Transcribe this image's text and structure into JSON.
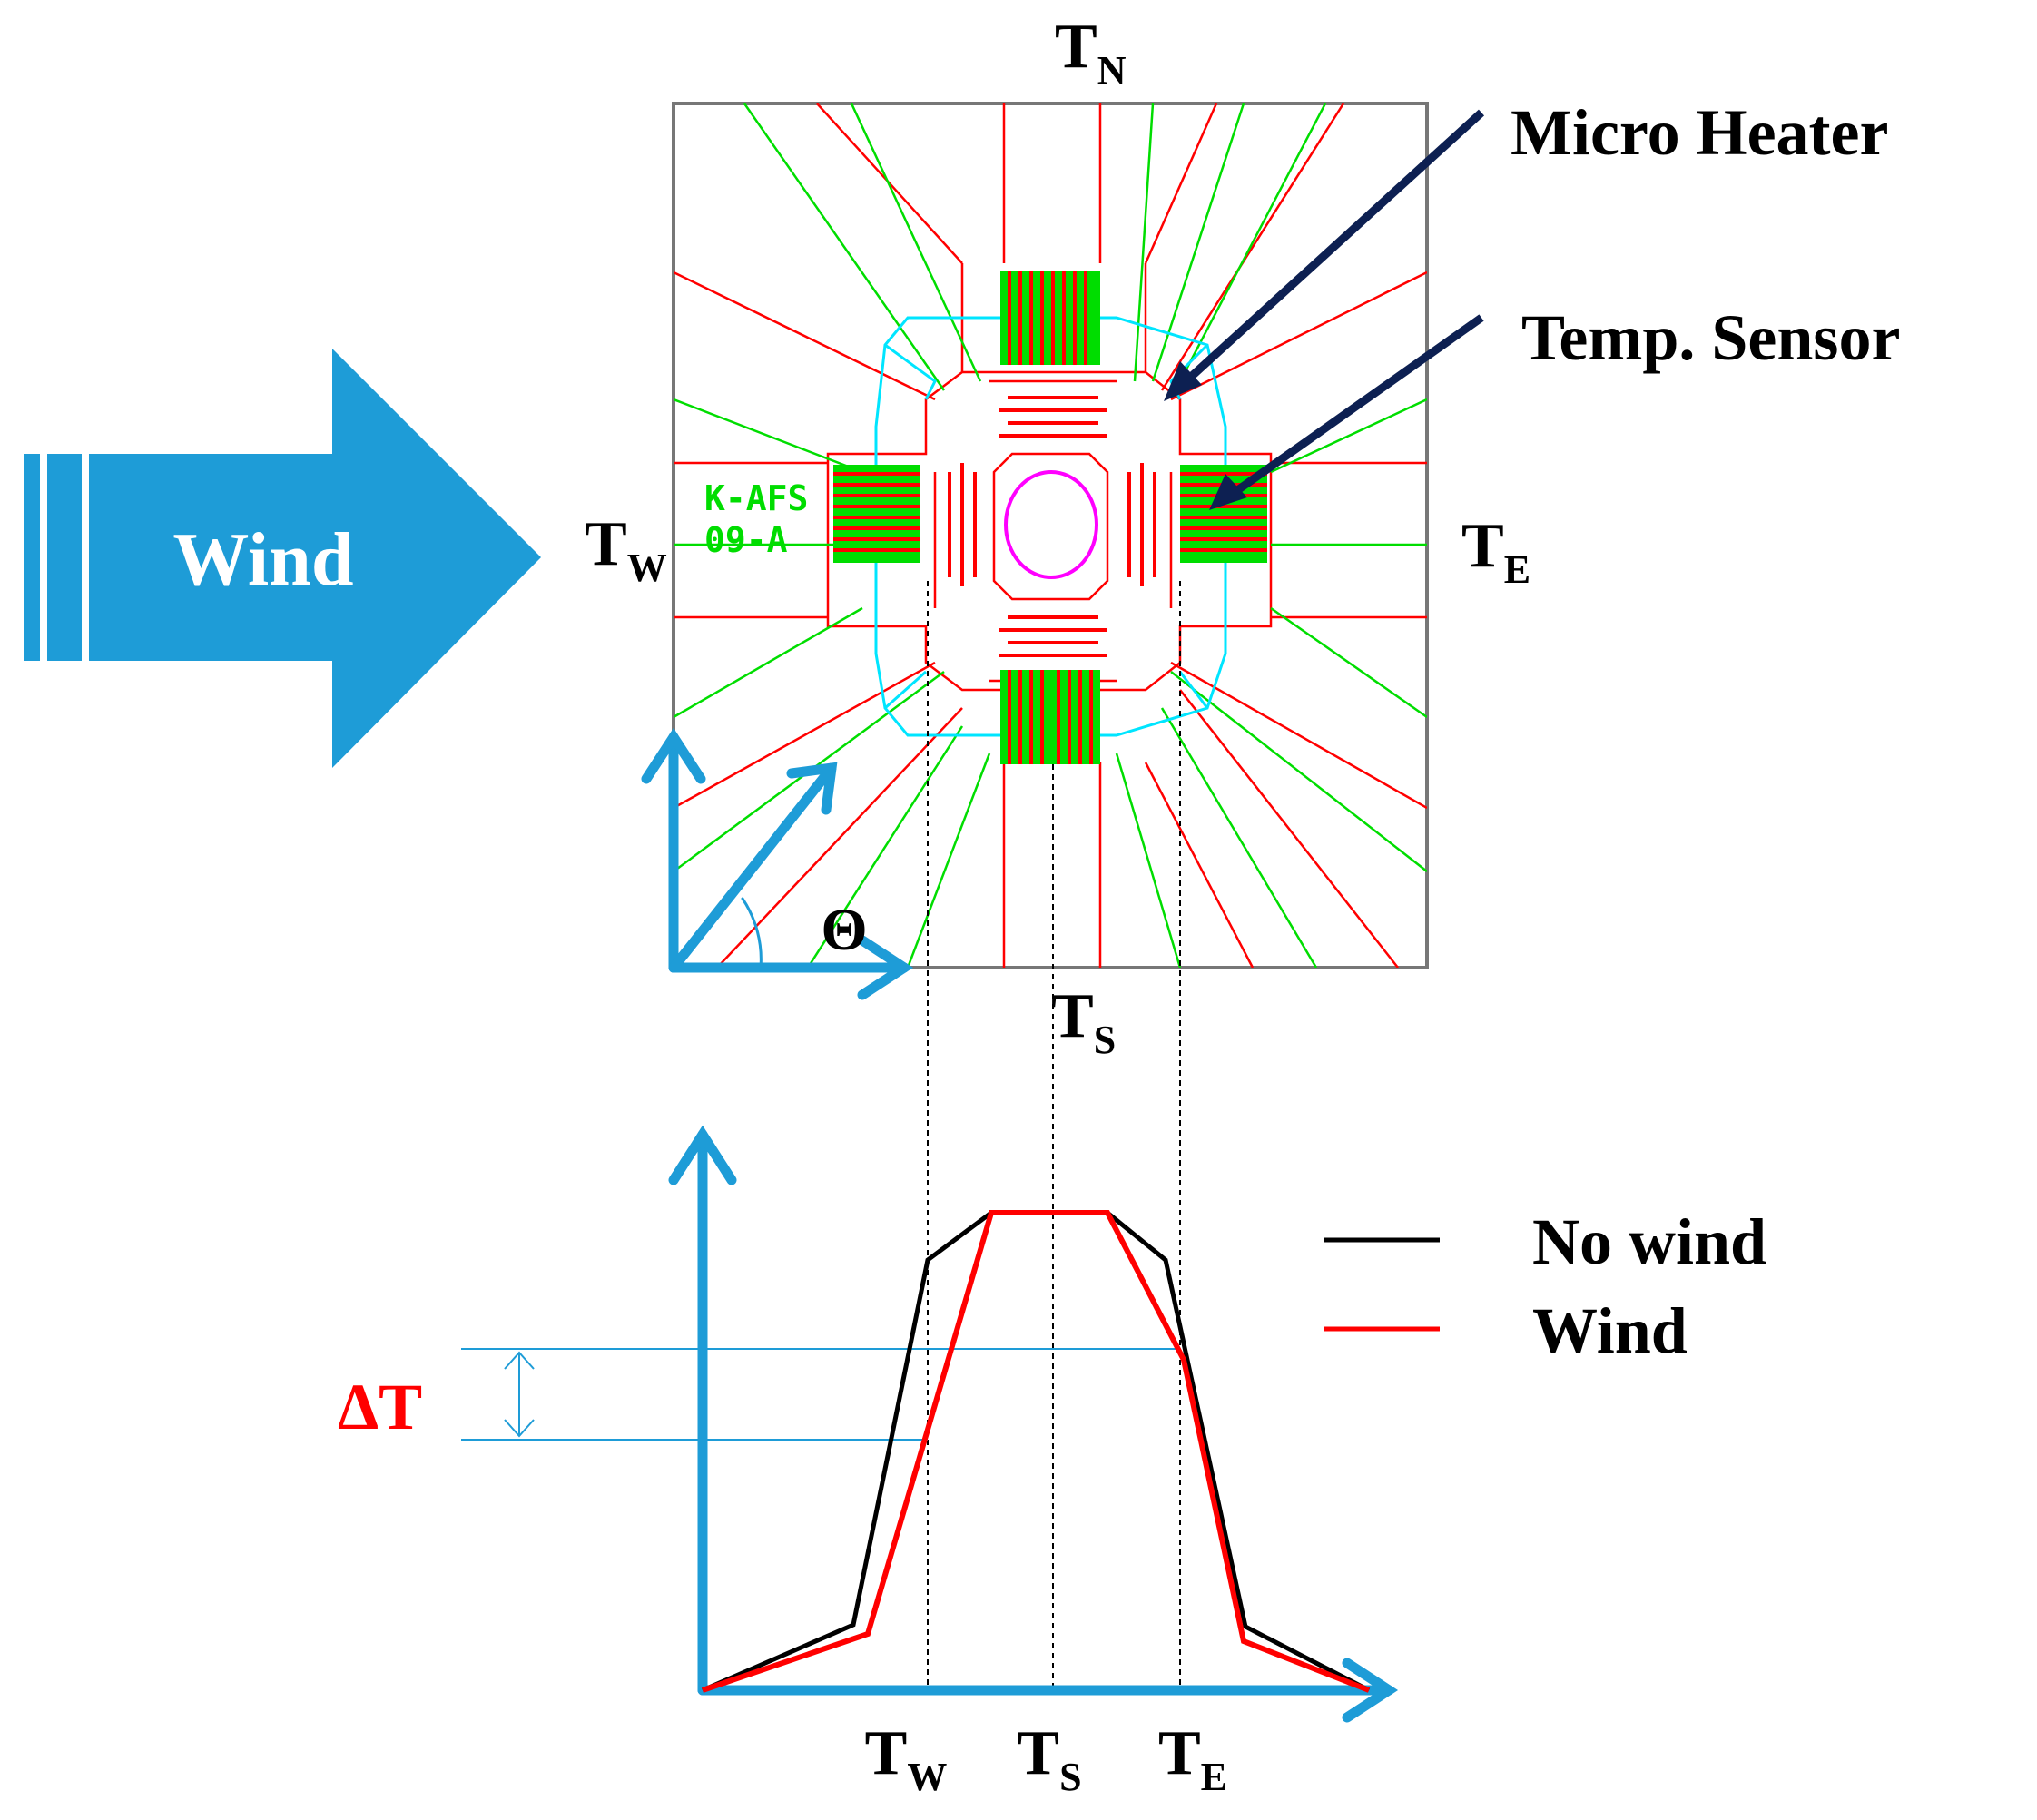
{
  "labels": {
    "t": "T",
    "north": "N",
    "south": "S",
    "west": "W",
    "east": "E",
    "theta": "Θ",
    "delta_t": "ΔT"
  },
  "wind_arrow": {
    "label": "Wind"
  },
  "chip": {
    "mark_line1": "K-AFS",
    "mark_line2": "09-A"
  },
  "callouts": {
    "micro_heater": "Micro Heater",
    "temp_sensor": "Temp. Sensor"
  },
  "legend": {
    "no_wind": "No wind",
    "wind": "Wind"
  },
  "colors": {
    "arrow_blue": "#1e9cd7",
    "heater_red": "#ff0000",
    "sensor_green": "#00dd00",
    "cyan": "#00e5ff",
    "magenta": "#ff00ff",
    "navy": "#0d2052",
    "no_wind_line": "#000000",
    "wind_line": "#ff0000"
  }
}
